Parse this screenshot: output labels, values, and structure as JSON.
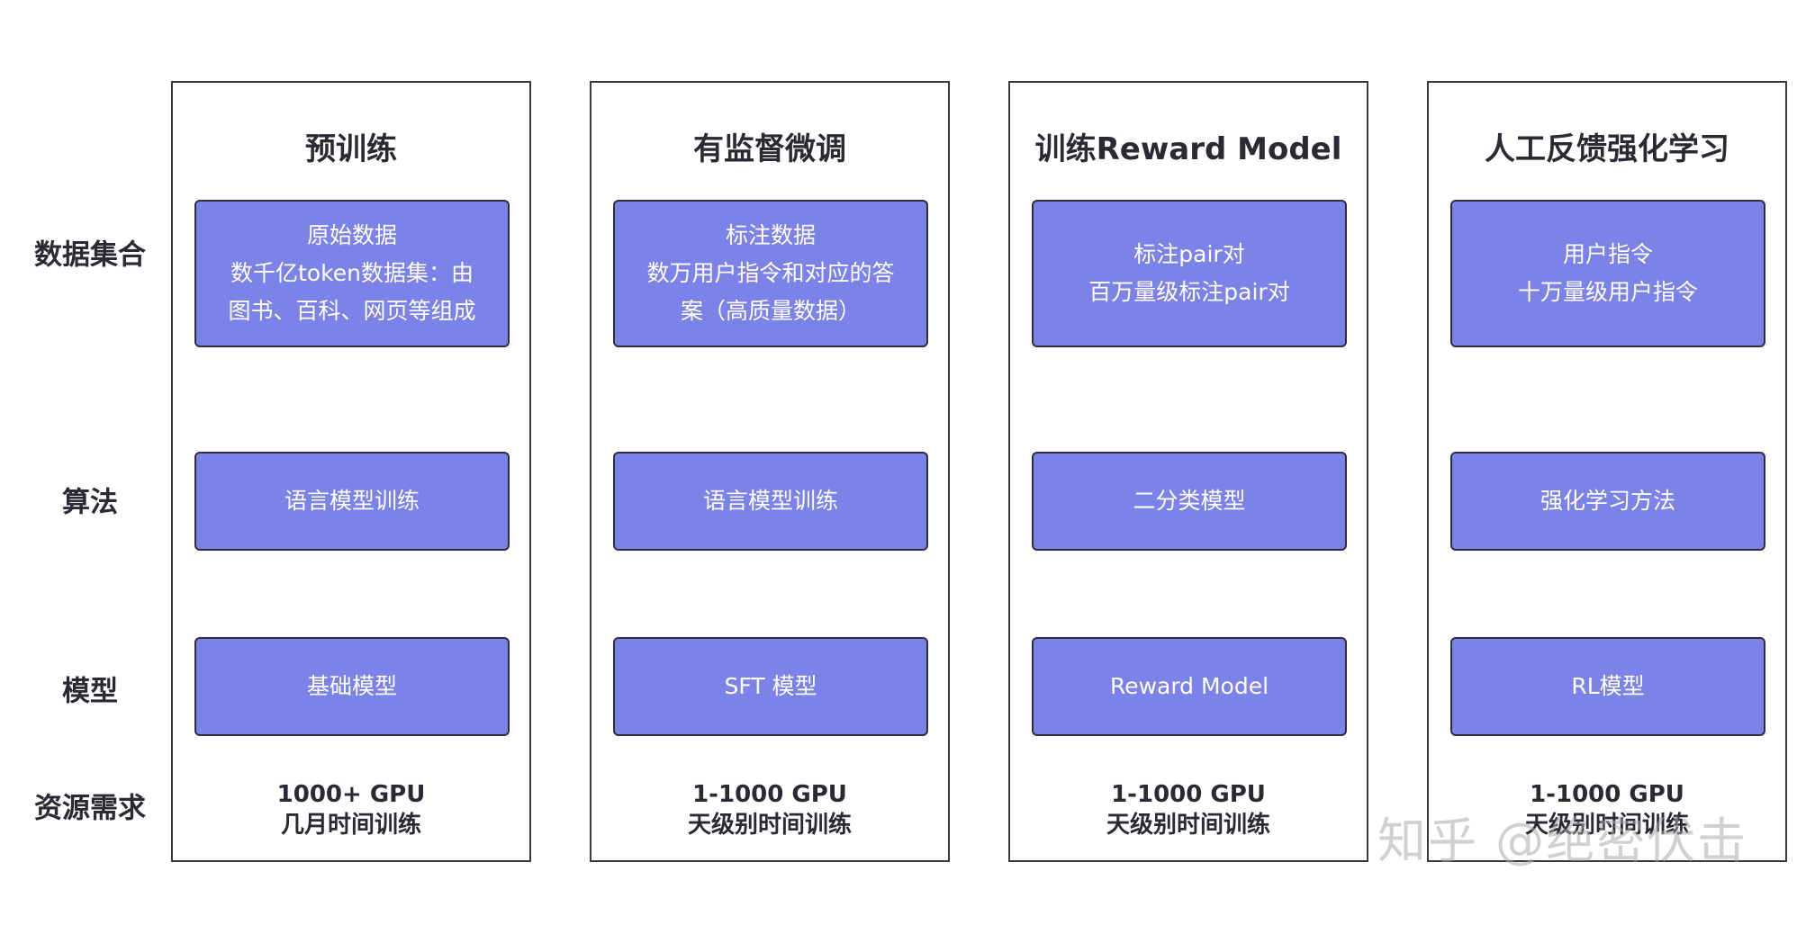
{
  "row_labels": {
    "data": "数据集合",
    "algorithm": "算法",
    "model": "模型",
    "resource": "资源需求"
  },
  "stages": [
    {
      "title": "预训练",
      "data_lines": [
        "原始数据",
        "数千亿token数据集：由",
        "图书、百科、网页等组成"
      ],
      "algorithm": "语言模型训练",
      "model": "基础模型",
      "resource_lines": [
        "1000+ GPU",
        "几月时间训练"
      ]
    },
    {
      "title": "有监督微调",
      "data_lines": [
        "标注数据",
        "数万用户指令和对应的答",
        "案（高质量数据）"
      ],
      "algorithm": "语言模型训练",
      "model": "SFT 模型",
      "resource_lines": [
        "1-1000 GPU",
        "天级别时间训练"
      ]
    },
    {
      "title": "训练Reward Model",
      "data_lines": [
        "标注pair对",
        "百万量级标注pair对"
      ],
      "algorithm": "二分类模型",
      "model": "Reward Model",
      "resource_lines": [
        "1-1000 GPU",
        "天级别时间训练"
      ]
    },
    {
      "title": "人工反馈强化学习",
      "data_lines": [
        "用户指令",
        "十万量级用户指令"
      ],
      "algorithm": "强化学习方法",
      "model": "RL模型",
      "resource_lines": [
        "1-1000 GPU",
        "天级别时间训练"
      ]
    }
  ],
  "watermark": "知乎 @绝密伏击",
  "colors": {
    "box_fill": "#7b83e8",
    "box_border": "#2e2e3a",
    "frame_border": "#3a3a3a"
  }
}
